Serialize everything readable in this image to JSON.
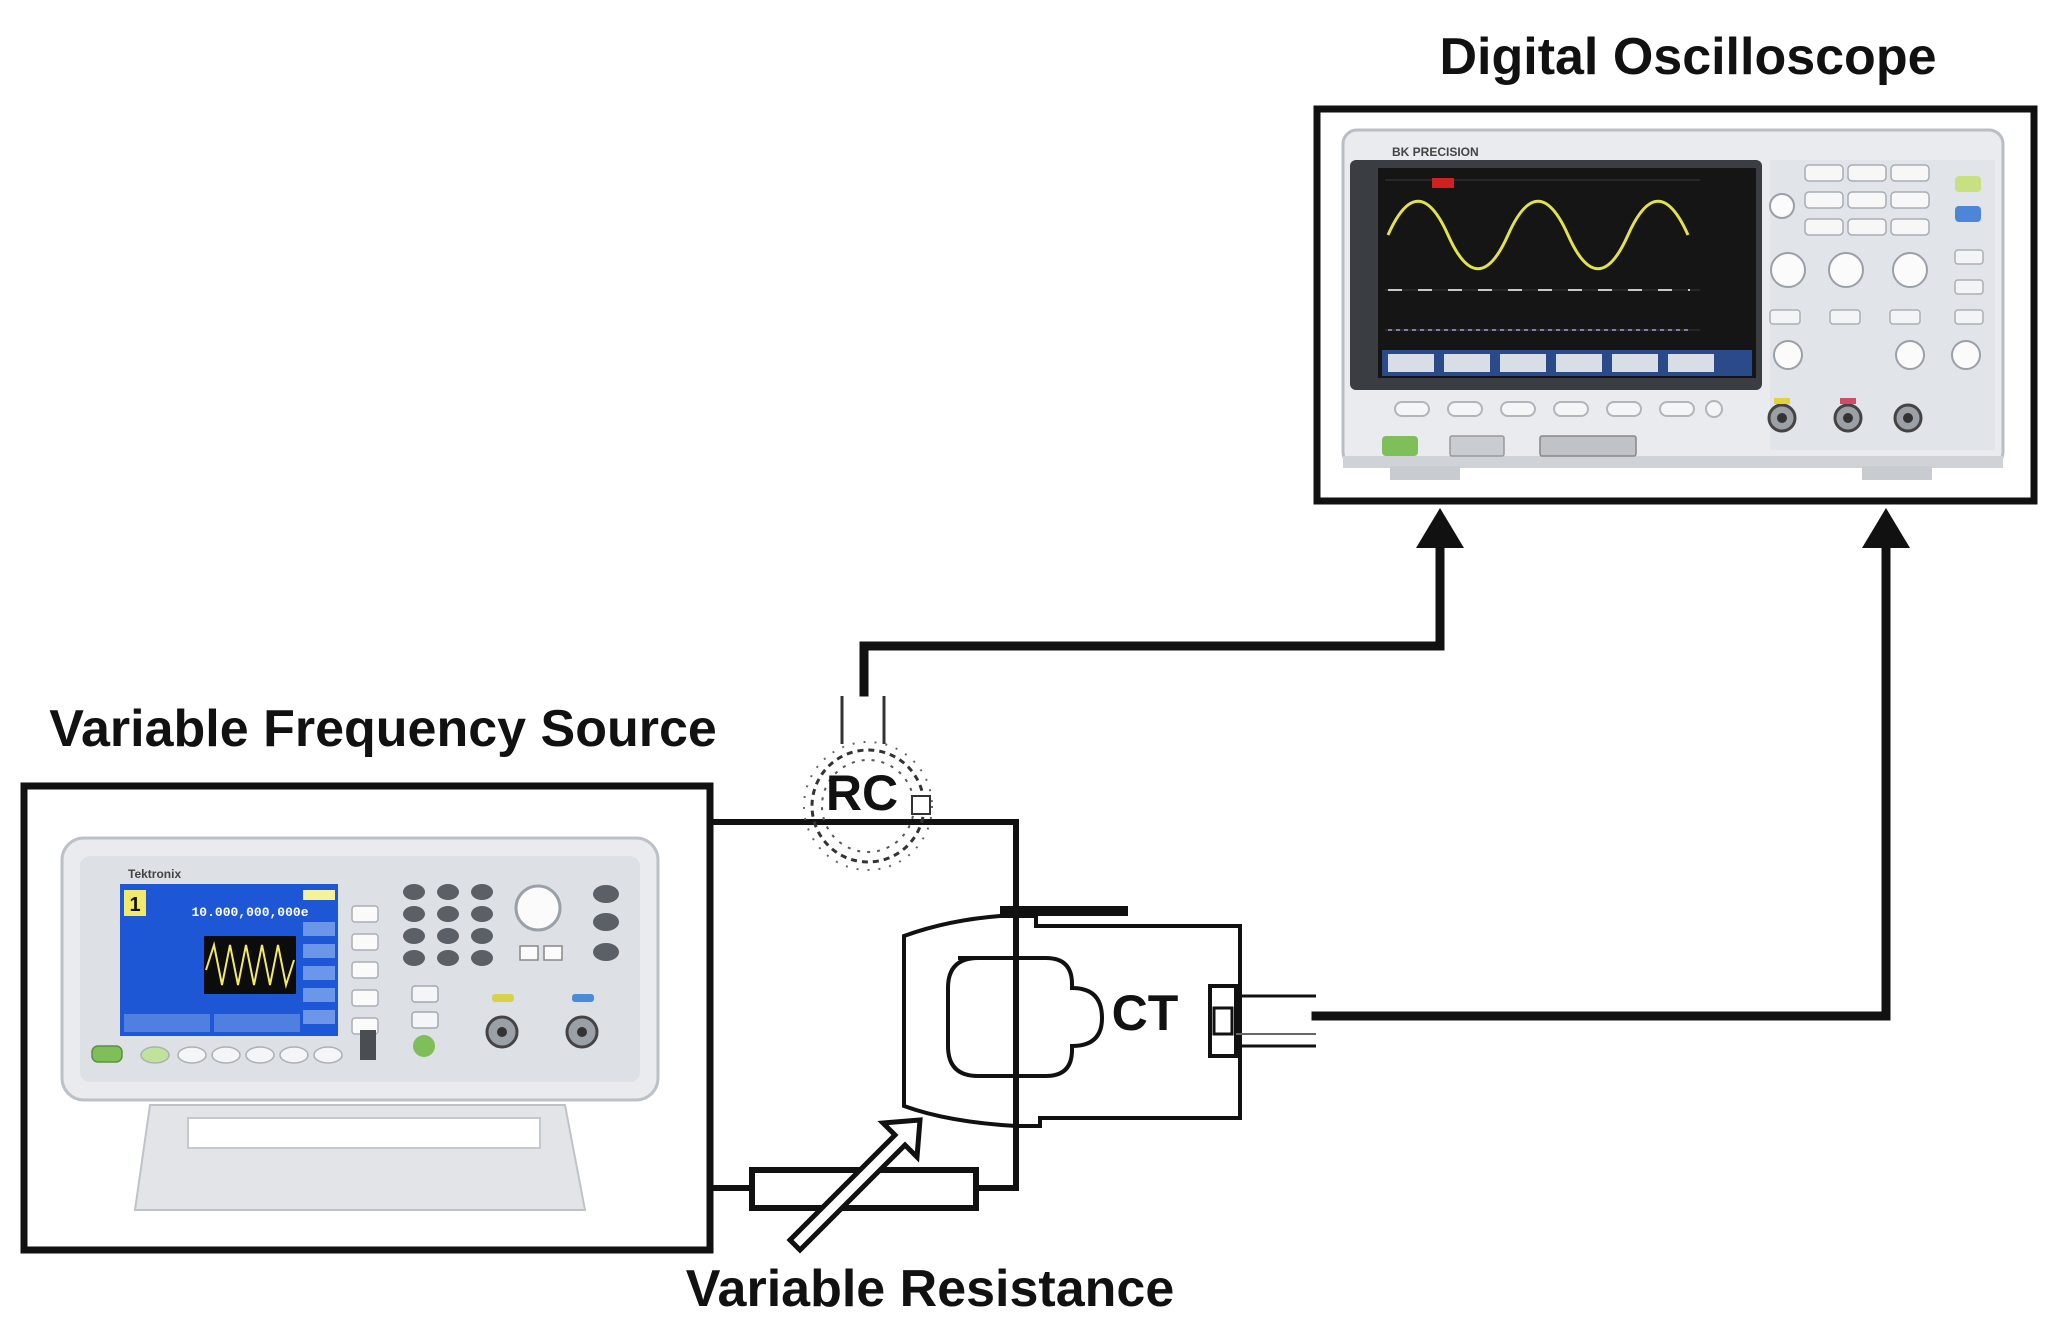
{
  "labels": {
    "oscilloscope": "Digital Oscilloscope",
    "source": "Variable Frequency Source",
    "resistance": "Variable Resistance",
    "rogowski": "RC",
    "ct": "CT"
  },
  "oscilloscope": {
    "brand": "BK PRECISION",
    "trace_color": "#e2e24a",
    "screen_color": "#151515"
  },
  "generator": {
    "brand": "Tektronix",
    "display_value": "10.000,000,000e",
    "channel": "1",
    "screen_color": "#1d57d6"
  },
  "colors": {
    "line": "#111111",
    "instrument_body": "#e9ebee",
    "instrument_panel": "#d4d8dd"
  }
}
